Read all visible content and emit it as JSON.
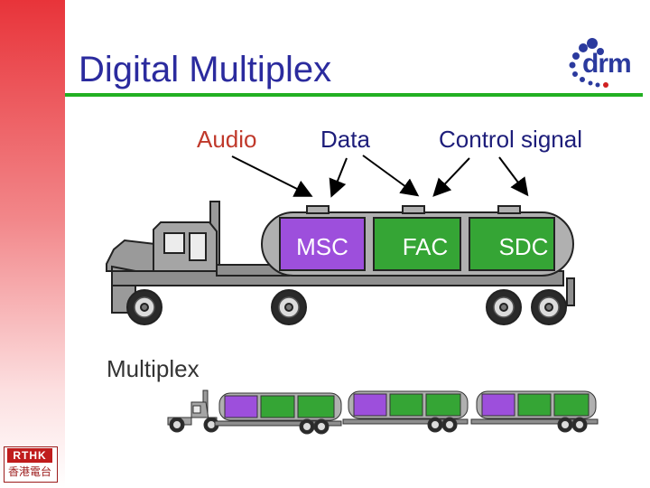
{
  "slide": {
    "title": "Digital Multiplex",
    "labels": {
      "audio": "Audio",
      "data": "Data",
      "control": "Control signal",
      "multiplex": "Multiplex"
    }
  },
  "tanks": {
    "msc": "MSC",
    "fac": "FAC",
    "sdc": "SDC"
  },
  "logos": {
    "drm": "drm",
    "rthk_en": "RTHK",
    "rthk_zh": "香港電台"
  },
  "colors": {
    "title": "#2b2b9e",
    "rule": "#22b022",
    "audio_label": "#c0392b",
    "msc_tank": "#9d4fdc",
    "fac_tank": "#35a535",
    "sdc_tank": "#35a535",
    "strip_top": "#e8343a"
  }
}
